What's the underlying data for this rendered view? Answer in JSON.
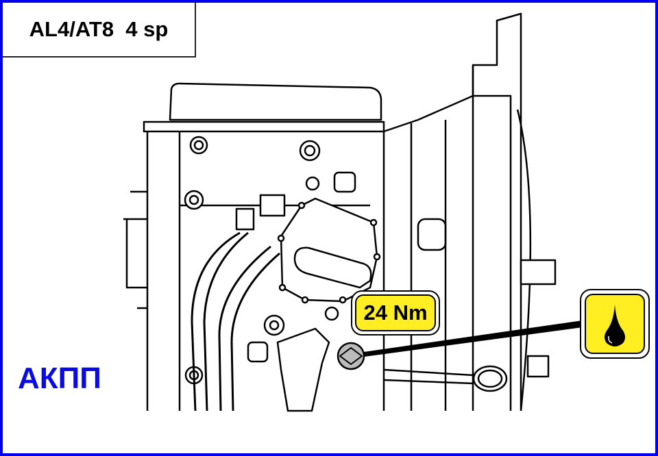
{
  "title": "AL4/AT8  4 sp",
  "label": "АКПП",
  "torque_label": "24 Nm",
  "icons": {
    "oil": "oil-drop-icon",
    "plug": "drain-plug-icon"
  },
  "colors": {
    "frame": "#0000ee",
    "label": "#0a0ae6",
    "badge": "#ffee22",
    "plug": "#bbbbbb"
  }
}
